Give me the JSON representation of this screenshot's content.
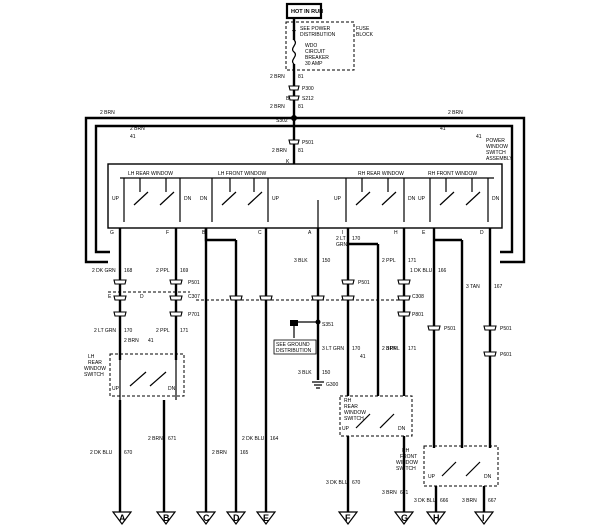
{
  "hot_in_run": "HOT IN RUN",
  "fuse_block": {
    "line1": "FUSE",
    "line2": "BLOCK"
  },
  "power_distribution": {
    "line1": "SEE POWER",
    "line2": "DISTRIBUTION"
  },
  "breaker": {
    "line1": "WDO",
    "line2": "CIRCUIT",
    "line3": "BREAKER",
    "line4": "30 AMP"
  },
  "wires": {
    "brn_2": "2 BRN",
    "w81": "81",
    "w41": "41",
    "dk_grn_2": "2 DK GRN",
    "lt_grn_2": "2 LT GRN",
    "ppl_2": "2 PPL",
    "ppl_171": "171",
    "ppl_169": "169",
    "w168": "168",
    "w170": "170",
    "blk_3": "3 BLK",
    "w150": "150",
    "lt_grn_wire": "2 LT",
    "grn": "GRN",
    "w170b": "170",
    "ppl_2b": "2 PPL",
    "w171": "171",
    "dk_blu_1": "1 DK BLU",
    "w166": "166",
    "tan_3": "3 TAN",
    "w167": "167",
    "lt_grn_3": "3 LT GRN",
    "w170c": "170",
    "brn_41": "2 BRN",
    "w41b": "41",
    "ppl_3": "3 PPL",
    "w171c": "171",
    "blk_3b": "3 BLK",
    "w150b": "150",
    "dk_blu_670": "2 DK BLU",
    "n670": "670",
    "brn_671": "2 BRN",
    "n671": "671",
    "brn_165": "2 BRN",
    "n165": "165",
    "dk_blu_164": "2 DK BLU",
    "n164": "164",
    "dk_blu_670b": "3 DK BLU",
    "n670b": "670",
    "brn_671b": "3 BRN",
    "n671b": "671",
    "dk_blu_666": "3 DK BLU",
    "n666": "666",
    "brn_667": "3 BRN",
    "n667": "667"
  },
  "connectors": {
    "p300": "P300",
    "s212": "S212",
    "s302": "S302",
    "p501_top": "P501",
    "p501_l1": "P501",
    "p501_l2": "P501",
    "c307": "C307",
    "p701": "P701",
    "p501_r1": "P501",
    "c308": "C308",
    "p801": "P801",
    "p501_r2": "P501",
    "p501_r3": "P501",
    "p601": "P601",
    "s351": "S351",
    "g300": "G300"
  },
  "pins": {
    "B": "B",
    "K": "K",
    "G": "G",
    "F": "F",
    "C": "C",
    "D": "D",
    "E": "E",
    "H": "H",
    "A": "A",
    "I": "I"
  },
  "switch_assembly": {
    "line1": "POWER",
    "line2": "WINDOW",
    "line3": "SWITCH",
    "line4": "ASSEMBLY"
  },
  "switch_labels": {
    "lh_rear": "LH REAR WINDOW",
    "lh_front": "LH FRONT WINDOW",
    "rh_rear": "RH REAR WINDOW",
    "rh_front": "RH FRONT WINDOW",
    "up": "UP",
    "dn": "DN"
  },
  "ground_dist": {
    "line1": "SEE GROUND",
    "line2": "DISTRIBUTION"
  },
  "lh_switch": {
    "line1": "LH",
    "line2": "REAR",
    "line3": "WINDOW",
    "line4": "SWITCH"
  },
  "rh_switch": {
    "line1": "RH",
    "line2": "REAR",
    "line3": "WINDOW",
    "line4": "SWITCH"
  },
  "rh_front_switch": {
    "line1": "RH",
    "line2": "FRONT",
    "line3": "WINDOW",
    "line4": "SWITCH"
  },
  "terminals": [
    "A",
    "B",
    "C",
    "D",
    "E",
    "F",
    "G",
    "H",
    "I"
  ]
}
